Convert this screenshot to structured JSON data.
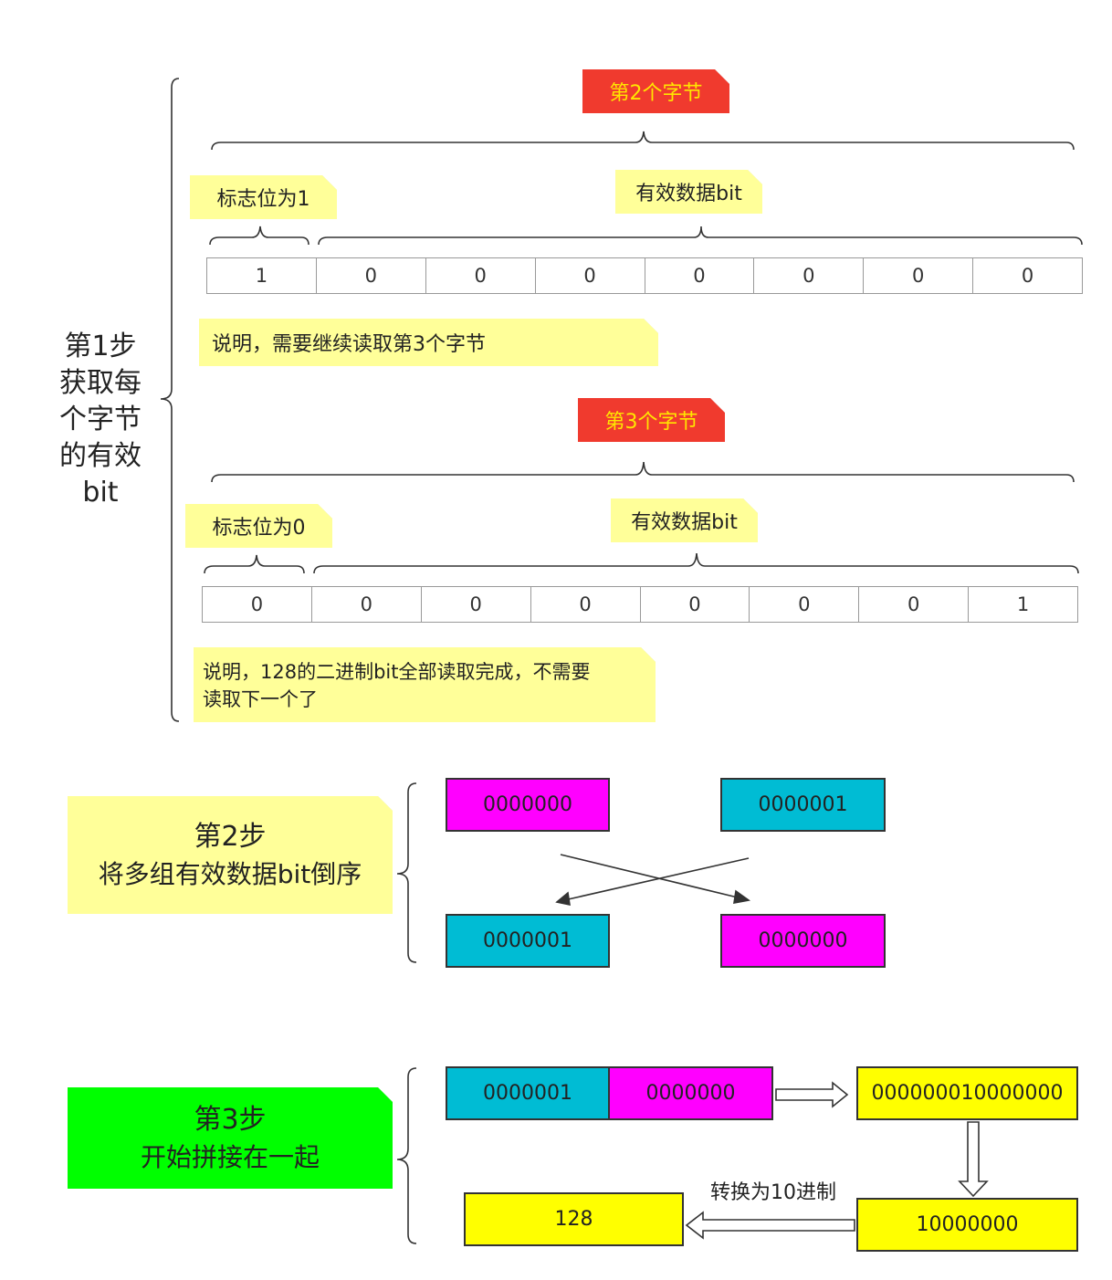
{
  "step1": {
    "label_lines": [
      "第1步",
      "获取每",
      "个字节",
      "的有效",
      "bit"
    ],
    "byte2": {
      "title": "第2个字节",
      "flag_label": "标志位为1",
      "data_label": "有效数据bit",
      "bits": [
        "1",
        "0",
        "0",
        "0",
        "0",
        "0",
        "0",
        "0"
      ],
      "note": "说明，需要继续读取第3个字节"
    },
    "byte3": {
      "title": "第3个字节",
      "flag_label": "标志位为0",
      "data_label": "有效数据bit",
      "bits": [
        "0",
        "0",
        "0",
        "0",
        "0",
        "0",
        "0",
        "1"
      ],
      "note_line1": "说明，128的二进制bit全部读取完成，不需要",
      "note_line2": "读取下一个了"
    }
  },
  "step2": {
    "label_line1": "第2步",
    "label_line2": "将多组有效数据bit倒序",
    "top_left": "0000000",
    "top_right": "0000001",
    "bottom_left": "0000001",
    "bottom_right": "0000000"
  },
  "step3": {
    "label_line1": "第3步",
    "label_line2": "开始拼接在一起",
    "part1": "0000001",
    "part2": "0000000",
    "joined": "000000010000000",
    "binary": "10000000",
    "convert_label": "转换为10进制",
    "decimal": "128"
  },
  "colors": {
    "tag_red": "#f03a2e",
    "tag_text": "#ffe600",
    "note_yellow": "#ffff99",
    "step3_green": "#00ff00",
    "magenta": "#ff00ff",
    "cyan": "#00bcd4",
    "yellow": "#ffff00"
  }
}
